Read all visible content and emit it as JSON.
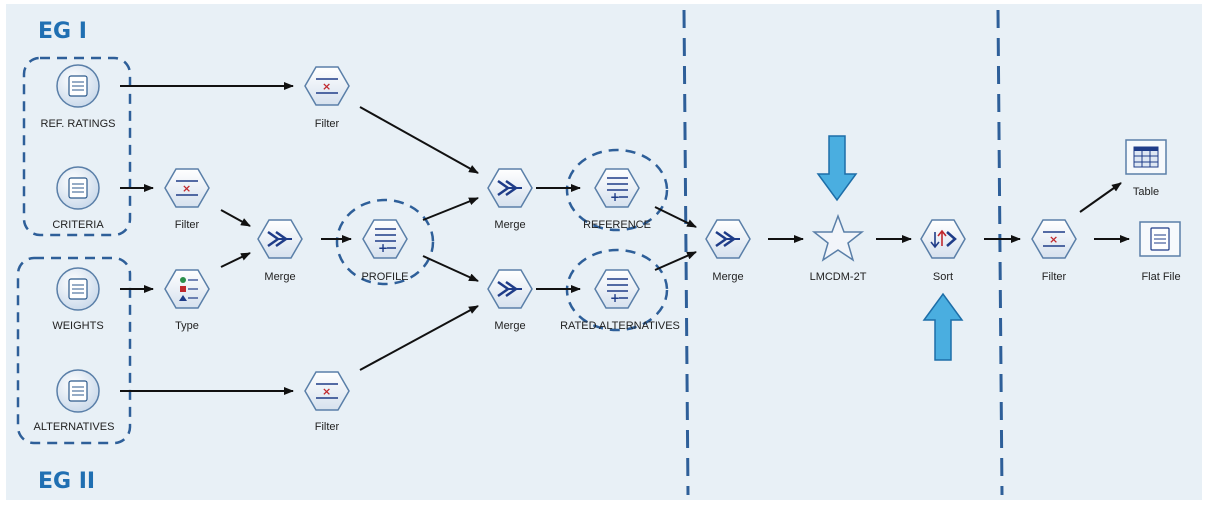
{
  "groups": {
    "eg1": "EG I",
    "eg2": "EG II"
  },
  "nodes": {
    "ref_ratings": "REF. RATINGS",
    "criteria": "CRITERIA",
    "weights": "WEIGHTS",
    "alternatives": "ALTERNATIVES",
    "filter_top": "Filter",
    "filter_criteria": "Filter",
    "type": "Type",
    "filter_bottom": "Filter",
    "merge_1": "Merge",
    "profile": "PROFILE",
    "merge_2": "Merge",
    "merge_3": "Merge",
    "reference": "REFERENCE",
    "rated_alternatives": "RATED ALTERNATIVES",
    "merge_4": "Merge",
    "lmcdm": "LMCDM-2T",
    "sort": "Sort",
    "filter_out": "Filter",
    "table": "Table",
    "flat_file": "Flat File"
  },
  "colors": {
    "background": "#e8f0f6",
    "dashed": "#2e5f99",
    "eg_text": "#1f6fb2",
    "arrow_fill": "#4aaee0"
  }
}
